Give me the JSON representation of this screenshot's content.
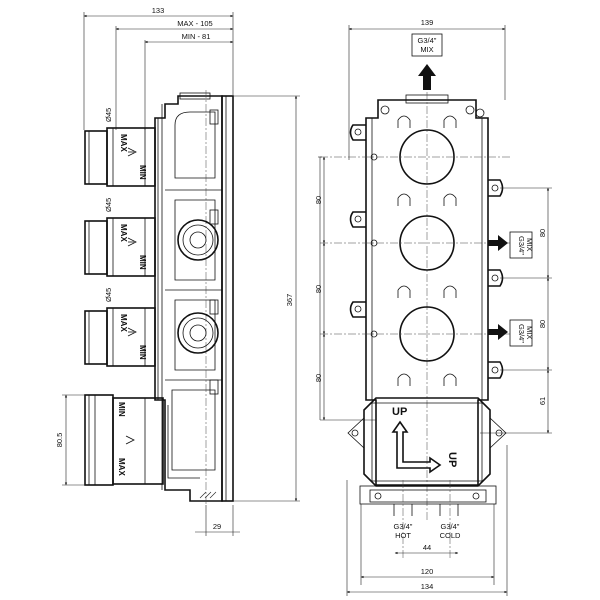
{
  "side_view": {
    "dims": {
      "overall_depth": "133",
      "max_depth": "MAX - 105",
      "min_depth": "MIN - 81",
      "height": "367",
      "plate": "29",
      "handle_dia_1": "Ø45",
      "handle_dia_2": "Ø45",
      "handle_dia_3": "Ø45",
      "bottom_handle": "80.5"
    },
    "labels": {
      "max": "MAX",
      "min": "MIN"
    }
  },
  "front_view": {
    "dims": {
      "top_width": "139",
      "spacing_left_1": "80",
      "spacing_left_2": "80",
      "spacing_left_3": "80",
      "spacing_right_1": "80",
      "spacing_right_2": "80",
      "right_bottom": "61",
      "inlet_spacing": "44",
      "width_120": "120",
      "width_134": "134"
    },
    "ports": {
      "top_thread": "G3/4\"",
      "top_label": "MIX",
      "right1_thread": "G3/4\"",
      "right1_label": "MIX",
      "right2_thread": "G3/4\"",
      "right2_label": "MIX",
      "hot_thread": "G3/4\"",
      "hot_label": "HOT",
      "cold_thread": "G3/4\"",
      "cold_label": "COLD"
    },
    "box_labels": {
      "up_top": "UP",
      "up_side": "UP"
    }
  }
}
